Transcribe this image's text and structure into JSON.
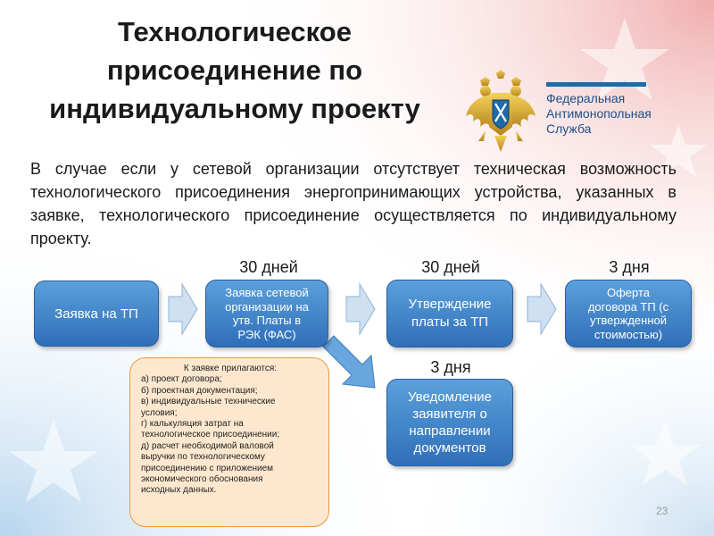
{
  "title": {
    "line1": "Технологическое",
    "line2": "присоединение по",
    "line3": "индивидуальному проекту"
  },
  "logo": {
    "emblem_icon": "double-headed-eagle-emblem-icon",
    "line1": "Федеральная",
    "line2": "Антимонопольная",
    "line3": "Служба"
  },
  "intro": "В случае если у сетевой организации отсутствует техническая возможность технологического присоединения энергопринимающих устройства, указанных в заявке, технологического присоединение осуществляется по индивидуальному проекту.",
  "durations": {
    "d1": "30 дней",
    "d2": "30 дней",
    "d3": "3 дня",
    "d4": "3 дня"
  },
  "boxes": {
    "application": "Заявка на ТП",
    "grid_request": [
      "Заявка сетевой",
      "организации на",
      "утв. Платы в",
      "РЭК (ФАС)"
    ],
    "approval": [
      "Утверждение",
      "платы за ТП"
    ],
    "offer": [
      "Оферта",
      "договора ТП (с",
      "утвержденной",
      "стоимостью)"
    ],
    "notification": [
      "Уведомление",
      "заявителя о",
      "направлении",
      "документов"
    ]
  },
  "note": {
    "heading": "К заявке прилагаются:",
    "items": [
      "а) проект договора;",
      "б) проектная документация;",
      "в) индивидуальные технические",
      "условия;",
      "г) калькуляция затрат на",
      "технологическое присоединении;",
      "д) расчет необходимой валовой",
      "выручки по технологическому",
      "присоединению с приложением",
      "экономического обоснования",
      "исходных данных."
    ]
  },
  "page_number": "23",
  "colors": {
    "box_fill": "#3f86cc",
    "arrow_fill": "#cfe0f1",
    "note_fill": "#fde8cf",
    "note_border": "#e99a3c",
    "logo_blue": "#1c4f8a"
  }
}
